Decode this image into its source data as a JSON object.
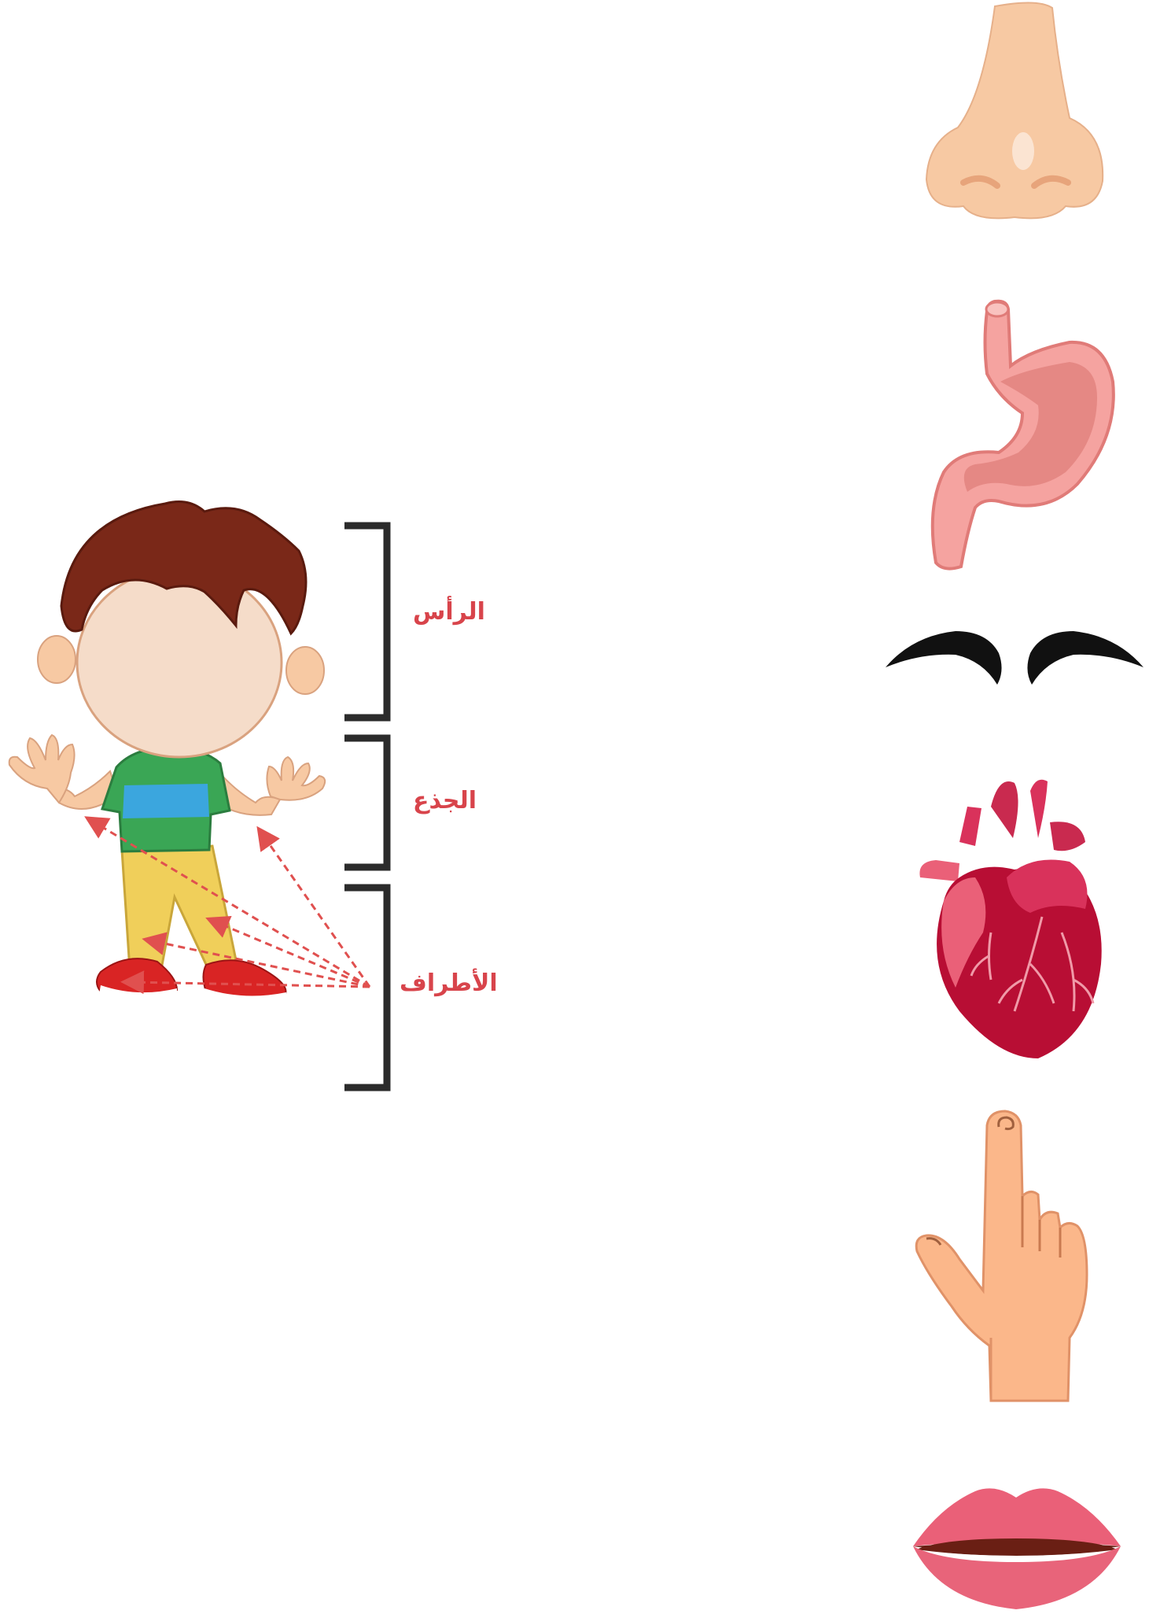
{
  "body_diagram": {
    "labels": {
      "head": "الرأس",
      "trunk": "الجذع",
      "limbs": "الأطراف"
    }
  },
  "icons": [
    "boy-figure-icon",
    "nose-icon",
    "stomach-icon",
    "eyebrows-icon",
    "heart-icon",
    "pointing-hand-icon",
    "lips-icon"
  ],
  "colors": {
    "label_text": "#d8444b",
    "bracket": "#2b2b2b",
    "arrow": "#e0504f",
    "skin": "#f7c9a3",
    "hair": "#7a2818",
    "shirt": "#3aa655",
    "stripe": "#3ba6de",
    "pants": "#f0cf5a",
    "shoes": "#d92424"
  }
}
